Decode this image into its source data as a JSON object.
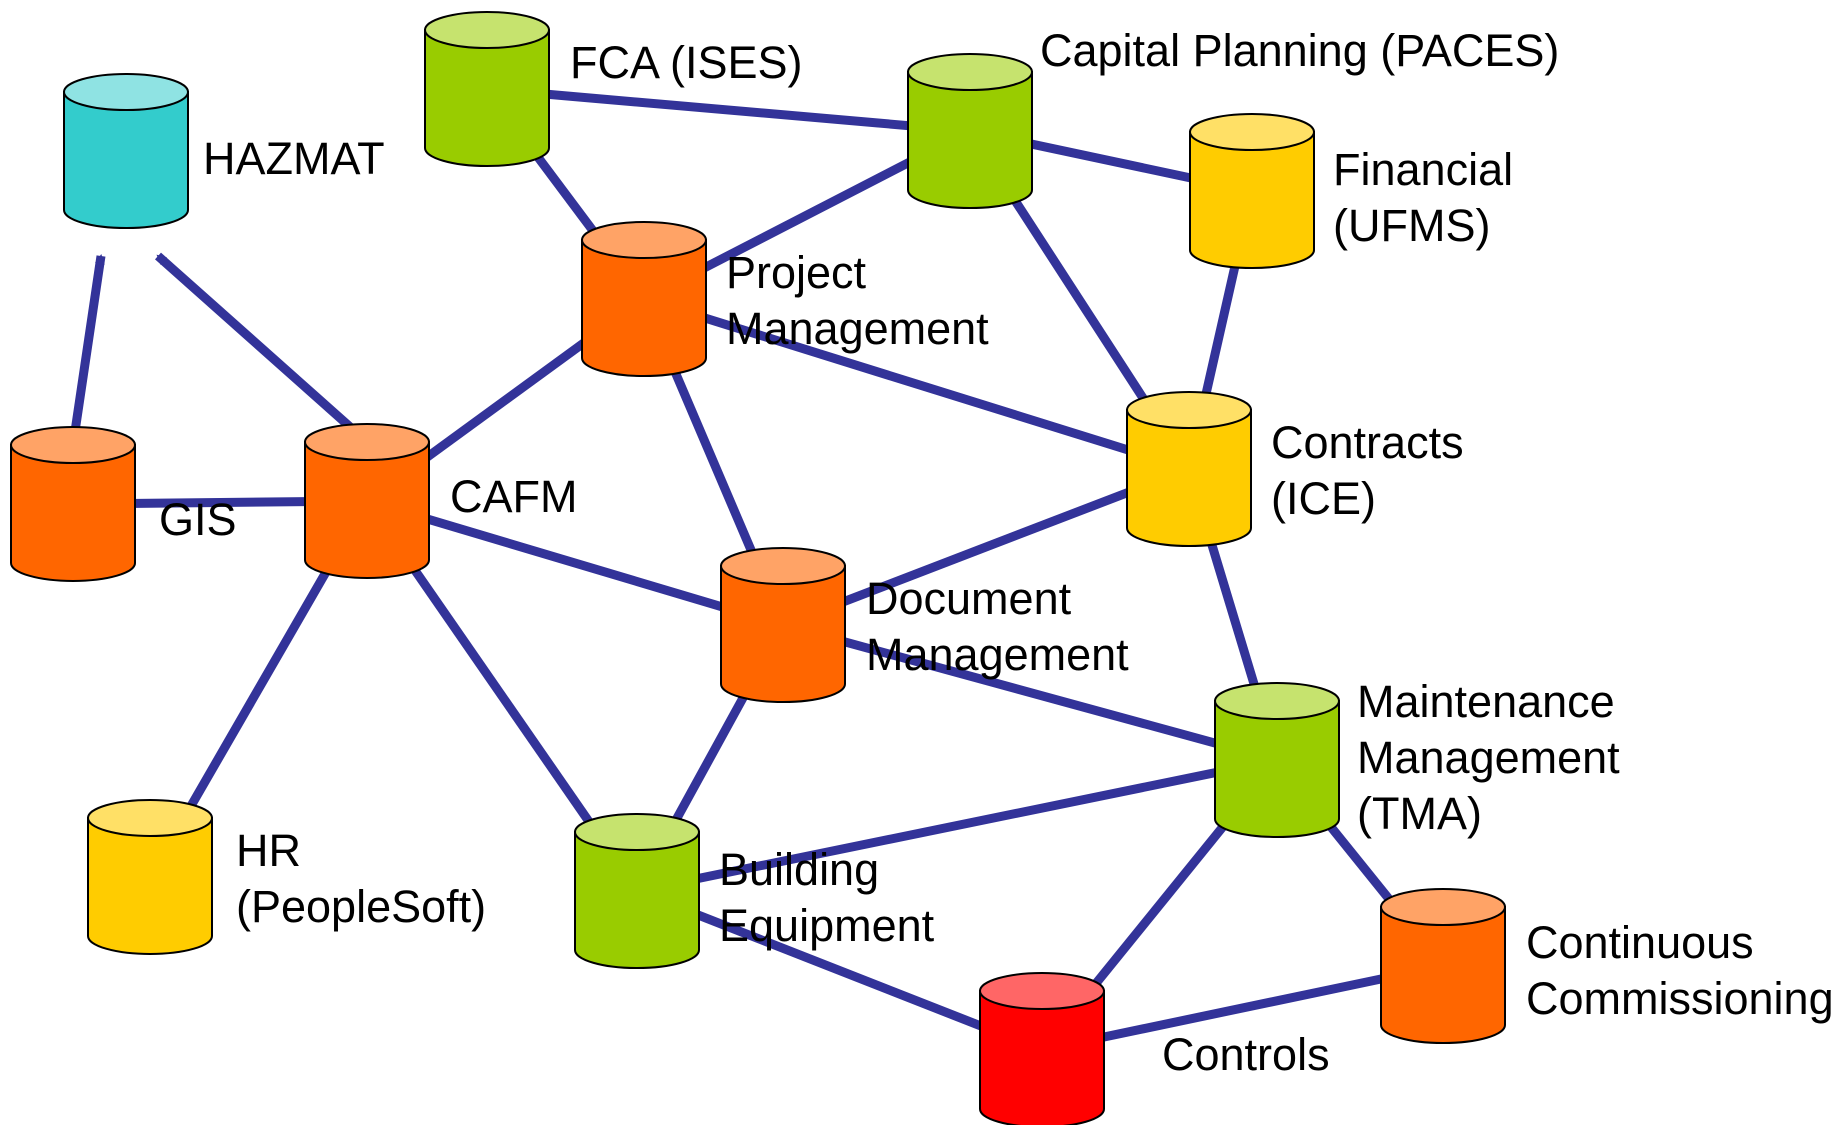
{
  "colors": {
    "edge": "#333399",
    "teal": {
      "body": "#33CCCC",
      "top": "#8FE3E3"
    },
    "green": {
      "body": "#99CC00",
      "top": "#C6E36E"
    },
    "orange": {
      "body": "#FF6600",
      "top": "#FFA366"
    },
    "yellow": {
      "body": "#FFCC00",
      "top": "#FFE066"
    },
    "red": {
      "body": "#FF0000",
      "top": "#FF6666"
    }
  },
  "nodes": {
    "hazmat": {
      "label": [
        "HAZMAT"
      ],
      "color": "teal"
    },
    "fca": {
      "label": [
        "FCA (ISES)"
      ],
      "color": "green"
    },
    "capital": {
      "label": [
        "Capital Planning (PACES)"
      ],
      "color": "green"
    },
    "financial": {
      "label": [
        "Financial",
        "(UFMS)"
      ],
      "color": "yellow"
    },
    "project": {
      "label": [
        "Project",
        "Management"
      ],
      "color": "orange"
    },
    "gis": {
      "label": [
        "GIS"
      ],
      "color": "orange"
    },
    "cafm": {
      "label": [
        "CAFM"
      ],
      "color": "orange"
    },
    "contracts": {
      "label": [
        "Contracts",
        "(ICE)"
      ],
      "color": "yellow"
    },
    "document": {
      "label": [
        "Document",
        "Management"
      ],
      "color": "orange"
    },
    "maintenance": {
      "label": [
        "Maintenance",
        "Management",
        "(TMA)"
      ],
      "color": "green"
    },
    "hr": {
      "label": [
        "HR",
        "(PeopleSoft)"
      ],
      "color": "yellow"
    },
    "building": {
      "label": [
        "Building",
        "Equipment"
      ],
      "color": "green"
    },
    "continuous": {
      "label": [
        "Continuous",
        "Commissioning"
      ],
      "color": "orange"
    },
    "controls": {
      "label": [
        "Controls"
      ],
      "color": "red"
    }
  },
  "edges": [
    [
      "fca",
      "capital"
    ],
    [
      "fca",
      "project"
    ],
    [
      "capital",
      "project"
    ],
    [
      "capital",
      "financial"
    ],
    [
      "capital",
      "contracts"
    ],
    [
      "financial",
      "contracts"
    ],
    [
      "project",
      "contracts"
    ],
    [
      "project",
      "cafm"
    ],
    [
      "project",
      "document"
    ],
    [
      "gis",
      "cafm"
    ],
    [
      "cafm",
      "document"
    ],
    [
      "cafm",
      "hr"
    ],
    [
      "cafm",
      "building"
    ],
    [
      "contracts",
      "document"
    ],
    [
      "contracts",
      "maintenance"
    ],
    [
      "document",
      "maintenance"
    ],
    [
      "document",
      "building"
    ],
    [
      "maintenance",
      "building"
    ],
    [
      "maintenance",
      "controls"
    ],
    [
      "maintenance",
      "continuous"
    ],
    [
      "building",
      "controls"
    ],
    [
      "continuous",
      "controls"
    ]
  ],
  "arrows": [
    [
      "gis",
      "hazmat"
    ],
    [
      "cafm",
      "hazmat"
    ]
  ]
}
